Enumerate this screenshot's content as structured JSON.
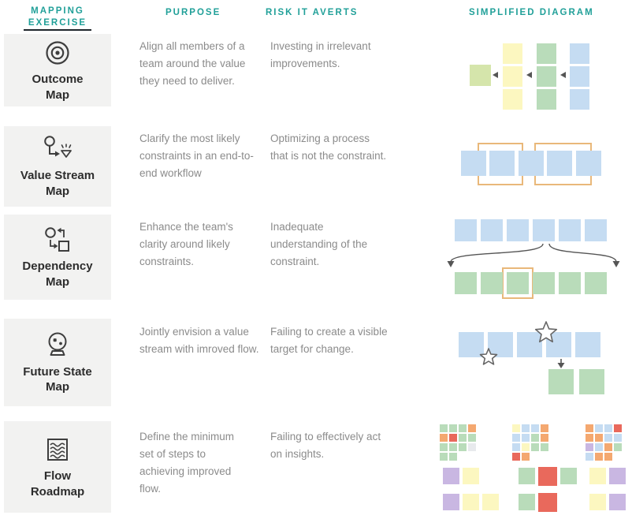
{
  "colors": {
    "teal": "#21a099",
    "card_bg": "#f2f2f1",
    "title_text": "#2d2d2d",
    "body_text": "#8b8b8b",
    "underline": "#20262c",
    "blue": "#c5dcf2",
    "green": "#b9dcba",
    "yellow": "#fcf7c0",
    "olive": "#d5e5ab",
    "orange": "#f4a870",
    "red": "#e9695c",
    "purple": "#c9b7e2",
    "gray": "#e8eaed",
    "outline_orange": "#e9b87a",
    "arrow": "#555555"
  },
  "headers": {
    "col1_line1": "MAPPING",
    "col1_line2": "EXERCISE",
    "col2": "PURPOSE",
    "col3": "RISK IT AVERTS",
    "col4": "SIMPLIFIED DIAGRAM"
  },
  "rows": [
    {
      "title_lines": [
        "Outcome",
        "Map"
      ],
      "icon": "target-icon",
      "purpose": "Align all members of a team around the value they need to deliver.",
      "risk": "Investing in irrelevant improvements.",
      "diagram": {
        "type": "value-columns",
        "single_square_color": "olive",
        "columns": [
          {
            "color": "yellow",
            "count": 3
          },
          {
            "color": "green",
            "count": 3
          },
          {
            "color": "blue",
            "count": 3
          }
        ]
      }
    },
    {
      "title_lines": [
        "Value Stream",
        "Map"
      ],
      "icon": "value-stream-icon",
      "purpose": "Clarify the most likely constraints in an end-to-end workflow",
      "risk": "Optimizing a process that is not the constraint.",
      "diagram": {
        "type": "process-outlines",
        "square_color": "blue",
        "square_count": 5,
        "outline_color": "outline_orange",
        "outline_count": 2
      }
    },
    {
      "title_lines": [
        "Dependency",
        "Map"
      ],
      "icon": "dependency-icon",
      "purpose": "Enhance the team's clarity around likely constraints.",
      "risk": "Inadequate understanding of the constraint.",
      "diagram": {
        "type": "dependency-branch",
        "top_color": "blue",
        "top_count": 6,
        "bottom_color": "green",
        "bottom_count": 6,
        "outlined_index": 2,
        "outline_color": "outline_orange"
      }
    },
    {
      "title_lines": [
        "Future State",
        "Map"
      ],
      "icon": "crystal-ball-icon",
      "purpose": "Jointly envision a value stream with imroved flow.",
      "risk": "Failing to create a visible target for change.",
      "diagram": {
        "type": "future-state",
        "blue_color": "blue",
        "blue_count": 5,
        "green_color": "green",
        "green_count": 2,
        "star_count": 2
      }
    },
    {
      "title_lines": [
        "Flow",
        "Roadmap"
      ],
      "icon": "flow-icon",
      "purpose": "Define the minimum set of steps to achieving improved flow.",
      "risk": "Failing to effectively act on insights.",
      "diagram": {
        "type": "flow-roadmap",
        "grids": [
          [
            [
              "green",
              "green",
              "green",
              "orange"
            ],
            [
              "orange",
              "red",
              "green",
              "green"
            ],
            [
              "green",
              "green",
              "green",
              "gray"
            ],
            [
              "green",
              "green",
              null,
              null
            ]
          ],
          [
            [
              "yellow",
              "blue",
              "blue",
              "orange"
            ],
            [
              "blue",
              "blue",
              "green",
              "orange"
            ],
            [
              "blue",
              "yellow",
              "green",
              "green"
            ],
            [
              "red",
              "orange",
              null,
              null
            ]
          ],
          [
            [
              "orange",
              "blue",
              "blue",
              "red"
            ],
            [
              "orange",
              "orange",
              "blue",
              "blue"
            ],
            [
              "purple",
              "blue",
              "orange",
              "green"
            ],
            [
              "blue",
              "orange",
              "orange",
              null
            ]
          ]
        ],
        "bar_rows": [
          [
            [
              "purple",
              "yellow"
            ],
            [
              "green",
              "red",
              "green"
            ],
            [
              "yellow",
              "purple"
            ]
          ],
          [
            [
              "purple",
              "yellow",
              "yellow"
            ],
            [
              "green",
              "red"
            ],
            [
              "yellow",
              "purple"
            ]
          ]
        ]
      }
    }
  ]
}
